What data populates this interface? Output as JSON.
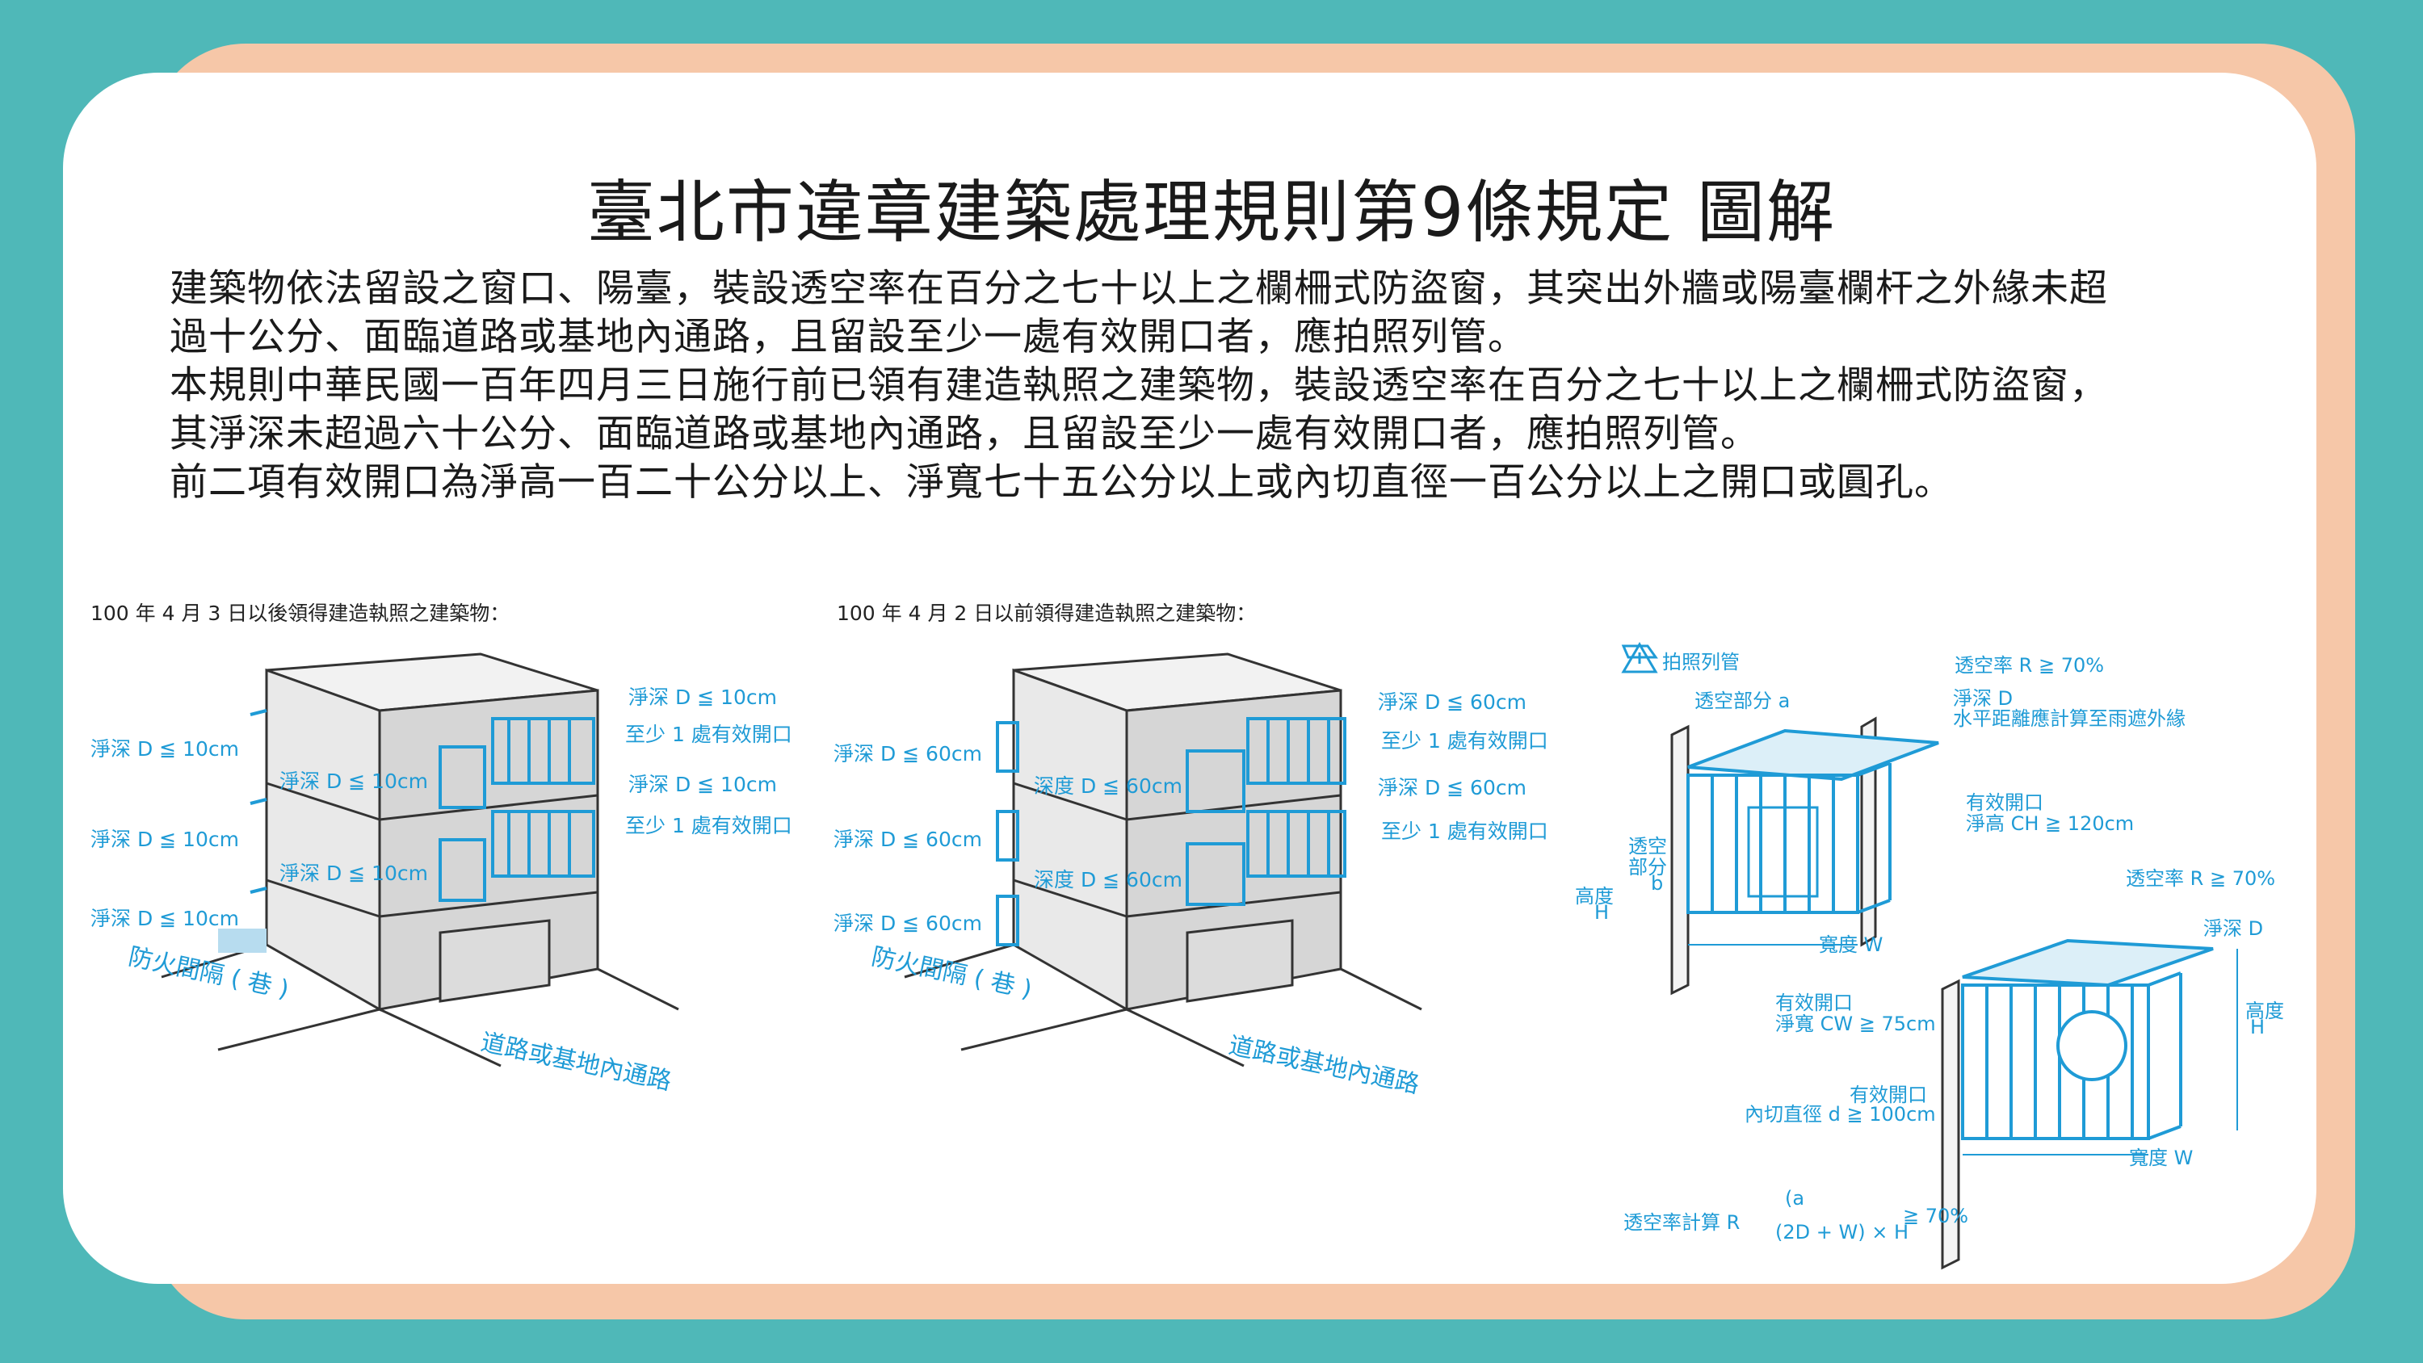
{
  "title": "臺北市違章建築處理規則第9條規定  圖解",
  "paragraphs": [
    "建築物依法留設之窗口、陽臺，裝設透空率在百分之七十以上之欄柵式防盜窗，其突出外牆或陽臺欄杆之外緣未超",
    "過十公分、面臨道路或基地內通路，且留設至少一處有效開口者，應拍照列管。",
    "本規則中華民國一百年四月三日施行前已領有建造執照之建築物，裝設透空率在百分之七十以上之欄柵式防盜窗，",
    "其淨深未超過六十公分、面臨道路或基地內通路，且留設至少一處有效開口者，應拍照列管。",
    "前二項有效開口為淨高一百二十公分以上、淨寬七十五公分以上或內切直徑一百公分以上之開口或圓孔。"
  ],
  "diagram1": {
    "caption": "100 年 4 月 3 日以後領得建造執照之建築物：",
    "left_depth": "淨深 D ≦ 10cm",
    "mid_depth": "淨深 D ≦ 10cm",
    "right_depth": "淨深 D ≦ 10cm",
    "opening": "至少 1 處有效開口",
    "alley": "防火間隔 ( 巷 )",
    "road": "道路或基地內通路"
  },
  "diagram2": {
    "caption": "100 年 4 月 2 日以前領得建造執照之建築物：",
    "left_depth": "淨深 D ≦ 60cm",
    "mid_depth": "深度 D ≦ 60cm",
    "right_depth": "淨深 D ≦ 60cm",
    "opening": "至少 1 處有效開口",
    "alley": "防火間隔 ( 巷 )",
    "road": "道路或基地內通路"
  },
  "diagram3": {
    "warning": "拍照列管",
    "porosity": "透空率 R",
    "porosity_value": "≧ 70%",
    "transparent_part_a": "透空部分 a",
    "depth_label": "淨深 D",
    "depth_note": "水平距離應計算至雨遮外緣",
    "opening_label": "有效開口",
    "clear_height": "淨高 CH ≧ 120cm",
    "transparent_part_b_1": "透空",
    "transparent_part_b_2": "部分",
    "transparent_part_b_3": "b",
    "height_1": "高度",
    "height_2": "H",
    "width": "寬度 W",
    "clear_width": "淨寬 CW ≧ 75cm",
    "depth_short": "淨深 D",
    "inscribed": "內切直徑 d",
    "inscribed_value": "≧ 100cm",
    "formula_label": "透空率計算 R",
    "formula_num": "(a",
    "formula_den": "(2D + W) × H",
    "formula_result": "≧ 70%"
  },
  "colors": {
    "teal": "#4fb8b8",
    "peach": "#f6c7a8",
    "blue": "#1f9bd6"
  }
}
